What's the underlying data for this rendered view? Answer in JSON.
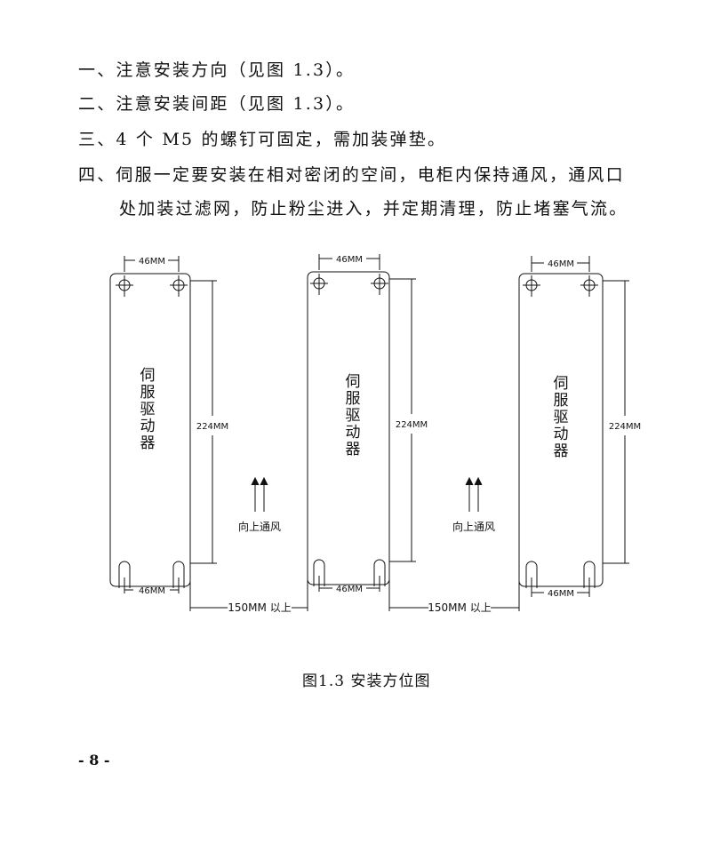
{
  "text": {
    "line1": "一、注意安装方向（见图 1.3）。",
    "line2": "二、注意安装间距（见图 1.3）。",
    "line3": "三、4 个 M5 的螺钉可固定，需加装弹垫。",
    "line4": "四、伺服一定要安装在相对密闭的空间，电柜内保持通风，通风口",
    "line5": "处加装过滤网，防止粉尘进入，并定期清理，防止堵塞气流。"
  },
  "diagram": {
    "drive_label": [
      "伺",
      "服",
      "驱",
      "动",
      "器"
    ],
    "hole_spacing": "46MM",
    "height_dim": "224MM",
    "gap_dim": "150MM 以上",
    "airflow_label": "向上通风"
  },
  "caption": "图1.3    安装方位图",
  "page_number": "- 8 -"
}
